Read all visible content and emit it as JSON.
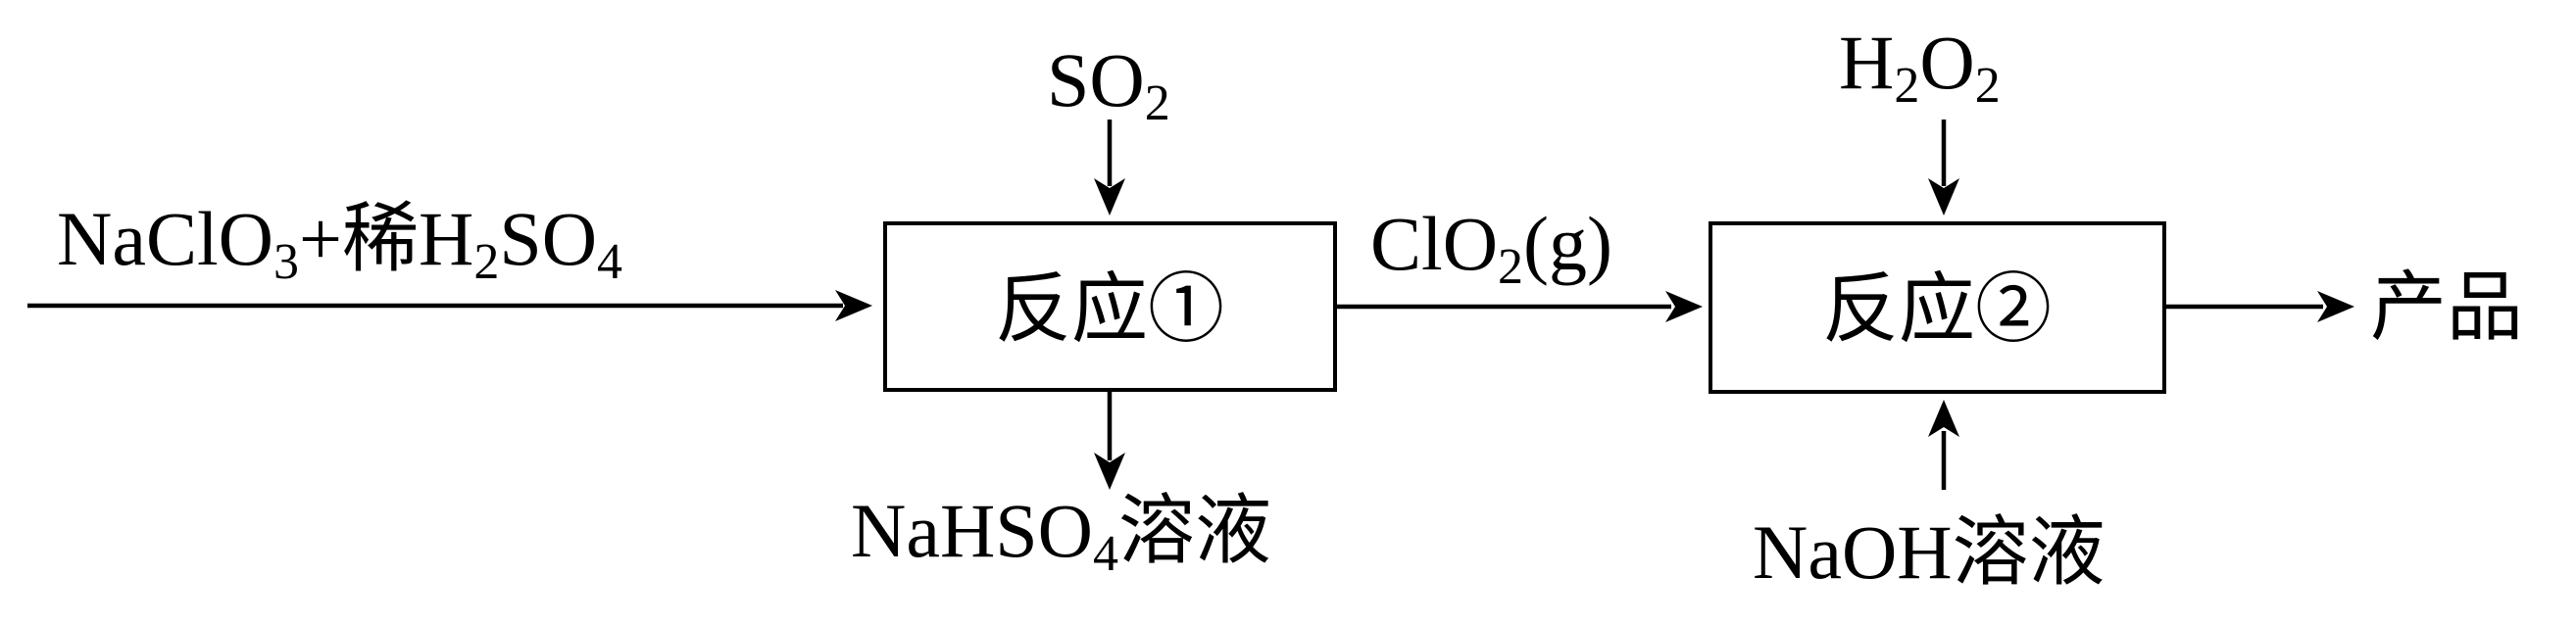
{
  "inputs": {
    "feed": {
      "formula": "NaClO",
      "sub1": "3",
      "plus": "+稀H",
      "sub2": "2",
      "tail": "SO",
      "sub3": "4"
    },
    "so2": {
      "formula": "SO",
      "sub": "2"
    },
    "h2o2": {
      "formula_a": "H",
      "sub_a": "2",
      "formula_b": "O",
      "sub_b": "2"
    },
    "naoh": {
      "label": "NaOH溶液"
    }
  },
  "reactors": [
    {
      "label": "反应①"
    },
    {
      "label": "反应②"
    }
  ],
  "intermediate": {
    "formula": "ClO",
    "sub": "2",
    "state": "(g)"
  },
  "outputs": {
    "nahso4": {
      "formula": "NaHSO",
      "sub": "4",
      "suffix": "溶液"
    },
    "product": {
      "label": "产品"
    }
  }
}
